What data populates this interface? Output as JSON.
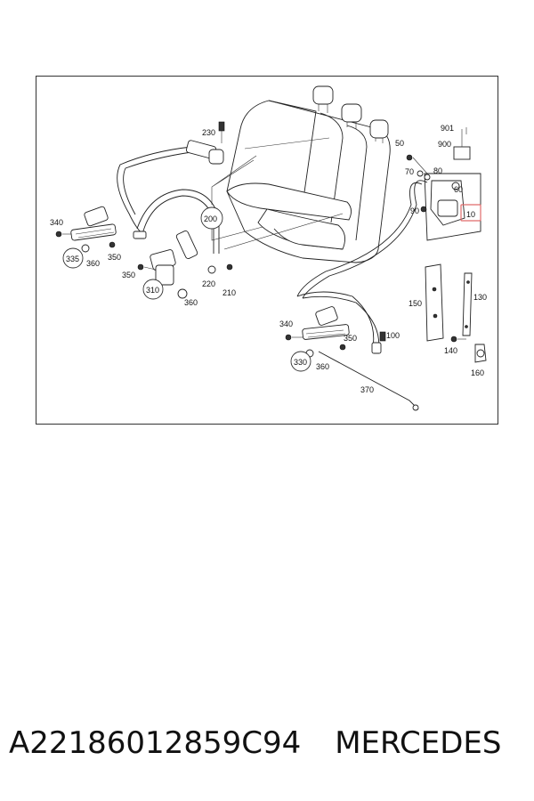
{
  "diagram": {
    "callouts": [
      "230",
      "901",
      "900",
      "50",
      "70",
      "80",
      "60",
      "90",
      "10",
      "200",
      "340",
      "335",
      "360",
      "350",
      "350",
      "310",
      "360",
      "220",
      "210",
      "150",
      "130",
      "340",
      "350",
      "100",
      "330",
      "360",
      "140",
      "160",
      "370"
    ],
    "highlight_color": "#e06b6b"
  },
  "caption": {
    "part_number": "A22186012859C94",
    "brand": "MERCEDES"
  }
}
